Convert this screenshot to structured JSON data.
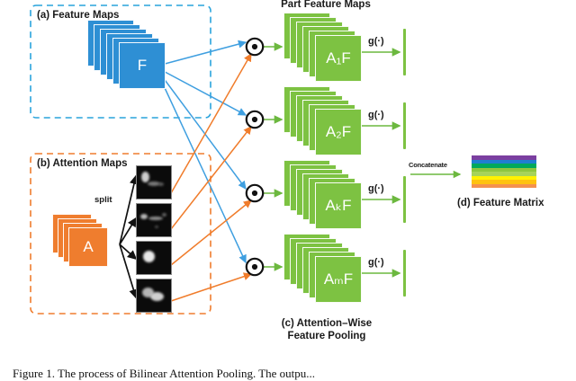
{
  "figure": {
    "caption": "Figure 1.  The process of Bilinear Attention Pooling. The outpu...",
    "titles": {
      "part_feature_maps": "Part Feature Maps",
      "attention_wise_line1": "(c) Attention–Wise",
      "attention_wise_line2": "Feature Pooling"
    }
  },
  "panels": {
    "a": {
      "label": "(a) Feature Maps",
      "border_color": "#29a3dc",
      "stack_color": "#2e8fd4",
      "stack_label": "F",
      "stack_layers": 6
    },
    "b": {
      "label": "(b) Attention Maps",
      "border_color": "#ef7d2e",
      "stack_color": "#ef7d2e",
      "stack_label": "A",
      "stack_layers": 4,
      "split_label": "split",
      "attention_maps": [
        {
          "name": "attention-map-1"
        },
        {
          "name": "attention-map-2"
        },
        {
          "name": "attention-map-3"
        },
        {
          "name": "attention-map-4"
        }
      ]
    },
    "c": {
      "label_line1": "(c) Attention–Wise",
      "label_line2": "Feature Pooling",
      "stack_color": "#7dc242",
      "pool_label": "g(·)",
      "rows": [
        {
          "label_main": "A",
          "label_sub": "1",
          "label_tail": "F",
          "full": "A₁F",
          "g": "g(·)"
        },
        {
          "label_main": "A",
          "label_sub": "2",
          "label_tail": "F",
          "full": "A₂F",
          "g": "g(·)"
        },
        {
          "label_main": "A",
          "label_sub": "k",
          "label_tail": "F",
          "full": "AₖF",
          "g": "g(·)"
        },
        {
          "label_main": "A",
          "label_sub": "M",
          "label_tail": "F",
          "full": "AₘF",
          "g": "g(·)"
        }
      ]
    },
    "d": {
      "label": "(d) Feature Matrix",
      "concatenate_label": "Concatenate",
      "matrix_row_colors": [
        "#7b3fa0",
        "#1f7fd0",
        "#00a95c",
        "#8ec63f",
        "#a6d35a",
        "#fff200",
        "#ffc20e",
        "#f4914e"
      ]
    }
  },
  "operators": {
    "multiply_symbol": "⊙",
    "nodes": [
      {
        "name": "bap-node-1"
      },
      {
        "name": "bap-node-2"
      },
      {
        "name": "bap-node-3"
      },
      {
        "name": "bap-node-4"
      }
    ]
  },
  "colors": {
    "blue_arrow": "#3f9fe0",
    "orange_arrow": "#f07c2b",
    "green_arrow": "#6cb83f",
    "black_arrow": "#111111",
    "feature_blue": "#2e8fd4",
    "attention_orange": "#ef7d2e",
    "part_green": "#7dc242"
  }
}
